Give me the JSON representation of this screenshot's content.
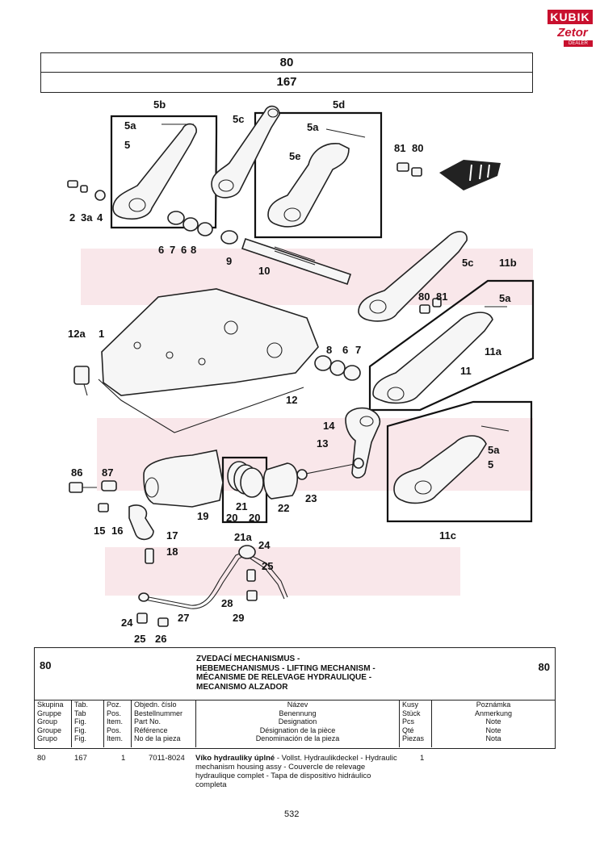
{
  "logo": {
    "brand_top": "KUBIK",
    "brand_mid": "Zetor",
    "brand_bottom": "DEALER"
  },
  "header": {
    "group": "80",
    "table": "167"
  },
  "diagram": {
    "callouts": [
      "5b",
      "5a",
      "5",
      "5c",
      "5d",
      "5a",
      "5e",
      "81",
      "80",
      "2",
      "3a",
      "4",
      "6",
      "7",
      "6",
      "8",
      "9",
      "10",
      "5c",
      "11b",
      "5a",
      "80",
      "81",
      "11a",
      "11",
      "12a",
      "1",
      "8",
      "6",
      "7",
      "12",
      "14",
      "13",
      "5a",
      "5",
      "11c",
      "86",
      "87",
      "15",
      "16",
      "17",
      "18",
      "19",
      "20",
      "21",
      "20",
      "21a",
      "22",
      "23",
      "24",
      "25",
      "28",
      "29",
      "24",
      "27",
      "25",
      "26"
    ]
  },
  "section": {
    "code_left": "80",
    "code_right": "80",
    "title_lines": [
      "ZVEDACÍ MECHANISMUS -",
      "HEBEMECHANISMUS - LIFTING MECHANISM -",
      "MÉCANISME DE RELEVAGE HYDRAULIQUE -",
      "MECANISMO ALZADOR"
    ]
  },
  "columns": [
    {
      "lines": [
        "Skupina",
        "Gruppe",
        "Group",
        "Groupe",
        "Grupo"
      ]
    },
    {
      "lines": [
        "Tab.",
        "Tab",
        "Fig.",
        "Fig.",
        "Fig."
      ]
    },
    {
      "lines": [
        "Poz.",
        "Pos.",
        "Item.",
        "Pos.",
        "Item."
      ]
    },
    {
      "lines": [
        "Objedn. číslo",
        "Bestellnummer",
        "Part No.",
        "Référence",
        "No de la pieza"
      ]
    },
    {
      "lines": [
        "Název",
        "Benennung",
        "Designation",
        "Désignation de la pièce",
        "Denominación de la pieza"
      ]
    },
    {
      "lines": [
        "Kusy",
        "Stück",
        "Pcs",
        "Qté",
        "Piezas"
      ]
    },
    {
      "lines": [
        "Poznámka",
        "Anmerkung",
        "Note",
        "Note",
        "Nota"
      ]
    }
  ],
  "entry": {
    "group": "80",
    "table": "167",
    "item": "1",
    "part_no": "7011-8024",
    "name_bold": "Víko hydrauliky úplné",
    "name_rest": " - Vollst. Hydraulikdeckel - Hydraulic mechanism housing assy - Couvercle de relevage hydraulique complet - Tapa de dispositivo hidráulico completa",
    "qty": "1"
  },
  "page_number": "532"
}
